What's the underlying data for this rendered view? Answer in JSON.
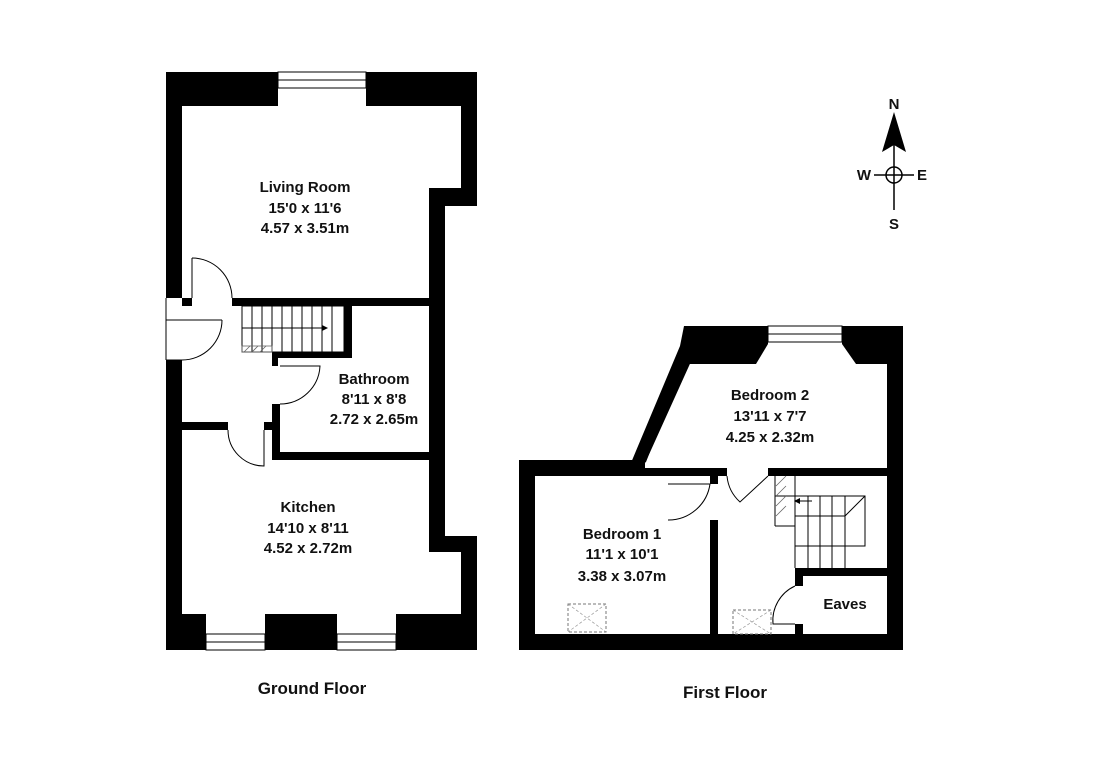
{
  "ground_floor": {
    "caption": "Ground Floor",
    "living_room": {
      "name": "Living Room",
      "imperial": "15'0 x 11'6",
      "metric": "4.57 x 3.51m"
    },
    "bathroom": {
      "name": "Bathroom",
      "imperial": "8'11 x 8'8",
      "metric": "2.72 x 2.65m"
    },
    "kitchen": {
      "name": "Kitchen",
      "imperial": "14'10 x 8'11",
      "metric": "4.52 x 2.72m"
    }
  },
  "first_floor": {
    "caption": "First Floor",
    "bedroom_2": {
      "name": "Bedroom 2",
      "imperial": "13'11 x 7'7",
      "metric": "4.25 x 2.32m"
    },
    "bedroom_1": {
      "name": "Bedroom 1",
      "imperial": "11'1 x 10'1",
      "metric": "3.38 x 3.07m"
    },
    "eaves": {
      "name": "Eaves"
    }
  },
  "compass": {
    "north": "N",
    "south": "S",
    "east": "E",
    "west": "W"
  }
}
